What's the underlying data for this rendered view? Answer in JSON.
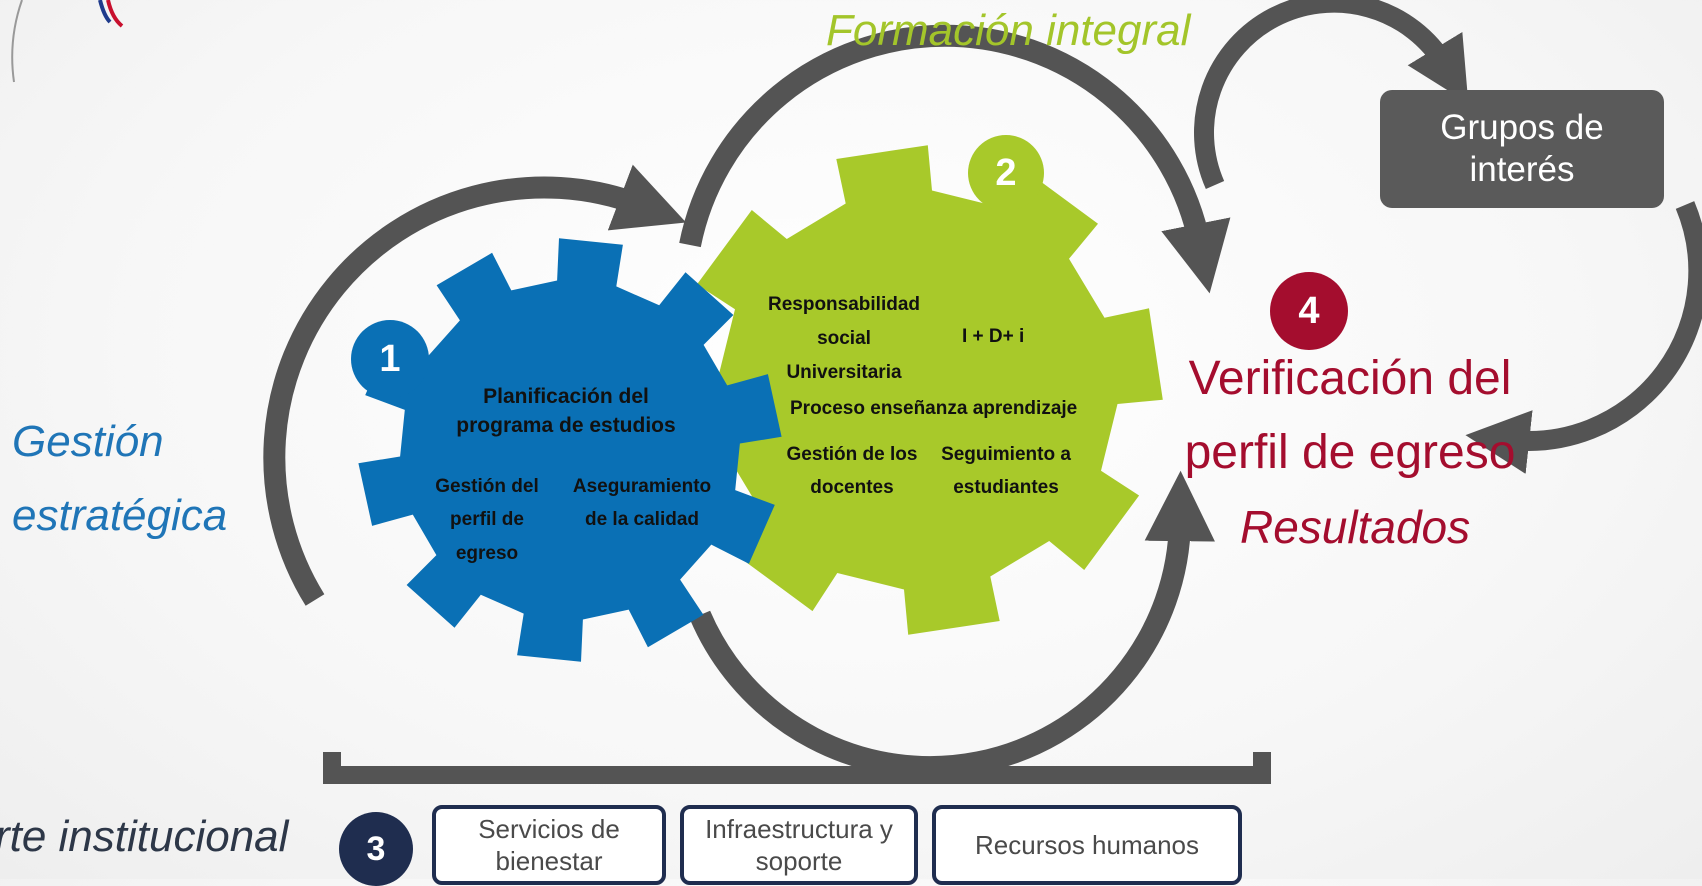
{
  "title": "Formación integral",
  "left_label": "Gestión estratégica",
  "bottom_label": "porte institucional",
  "gear1": {
    "number": "1",
    "main": "Planificación  del programa de estudios",
    "item_a": "Gestión  del perfil de egreso",
    "item_b": "Aseguramiento de la calidad"
  },
  "gear2": {
    "number": "2",
    "item_rs": "Responsabilidad social Universitaria",
    "item_idi": "I + D+ i",
    "item_proc": "Proceso enseñanza aprendizaje",
    "item_doc": "Gestión de los docentes",
    "item_seg": "Seguimiento a estudiantes"
  },
  "support": {
    "number": "3",
    "boxes": [
      "Servicios de bienestar",
      "Infraestructura y soporte",
      "Recursos humanos"
    ]
  },
  "result": {
    "number": "4",
    "title": "Verificación del perfil de egreso",
    "subtitle": "Resultados"
  },
  "stakeholders": "Grupos de interés",
  "colors": {
    "blue": "#0a70b5",
    "green": "#a8c92a",
    "dark_red": "#a40d2e",
    "gray_arrow": "#545454",
    "navy": "#1f2d4f"
  }
}
